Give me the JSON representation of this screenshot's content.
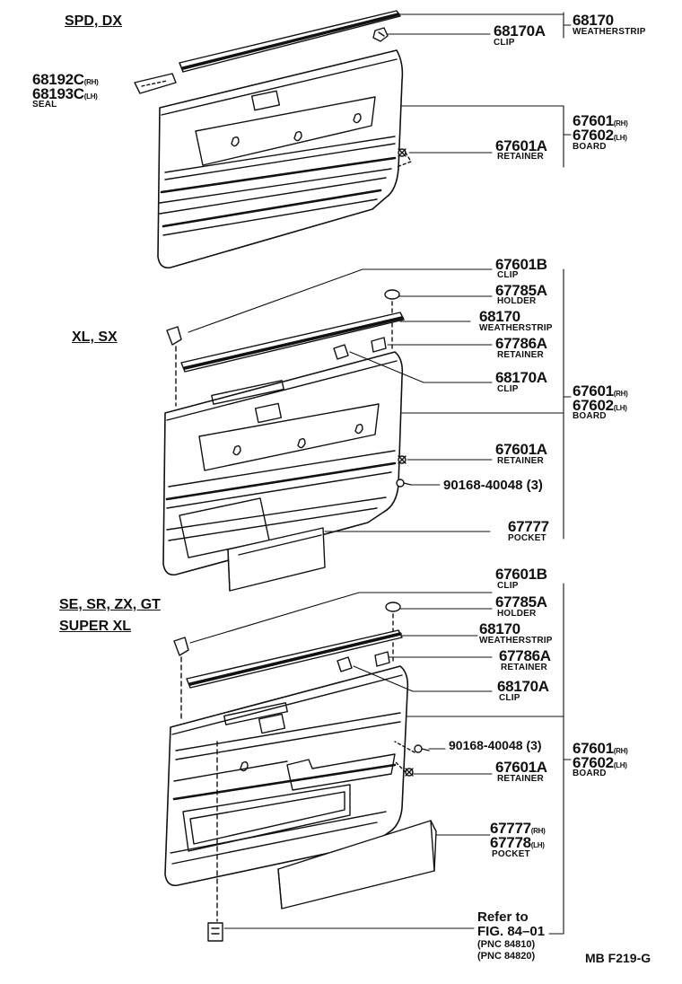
{
  "groups": [
    {
      "header": "SPD, DX",
      "parts": [
        {
          "number": "68170A",
          "name": "CLIP"
        },
        {
          "number": "68170",
          "name": "WEATHERSTRIP"
        },
        {
          "number": "68192C",
          "side": "(RH)",
          "number2": "68193C",
          "side2": "(LH)",
          "name": "SEAL"
        },
        {
          "number": "67601A",
          "name": "RETAINER"
        },
        {
          "number": "67601",
          "side": "(RH)",
          "number2": "67602",
          "side2": "(LH)",
          "name": "BOARD"
        }
      ]
    },
    {
      "header": "XL, SX",
      "parts": [
        {
          "number": "67601B",
          "name": "CLIP"
        },
        {
          "number": "67785A",
          "name": "HOLDER"
        },
        {
          "number": "68170",
          "name": "WEATHERSTRIP"
        },
        {
          "number": "67786A",
          "name": "RETAINER"
        },
        {
          "number": "68170A",
          "name": "CLIP"
        },
        {
          "number": "67601",
          "side": "(RH)",
          "number2": "67602",
          "side2": "(LH)",
          "name": "BOARD"
        },
        {
          "number": "67601A",
          "name": "RETAINER"
        },
        {
          "number": "90168-40048 (3)"
        },
        {
          "number": "67777",
          "name": "POCKET"
        }
      ]
    },
    {
      "header": "SE, SR, ZX, GT",
      "header2": "SUPER XL",
      "parts": [
        {
          "number": "67601B",
          "name": "CLIP"
        },
        {
          "number": "67785A",
          "name": "HOLDER"
        },
        {
          "number": "68170",
          "name": "WEATHERSTRIP"
        },
        {
          "number": "67786A",
          "name": "RETAINER"
        },
        {
          "number": "68170A",
          "name": "CLIP"
        },
        {
          "number": "90168-40048 (3)"
        },
        {
          "number": "67601",
          "side": "(RH)",
          "number2": "67602",
          "side2": "(LH)",
          "name": "BOARD"
        },
        {
          "number": "67601A",
          "name": "RETAINER"
        },
        {
          "number": "67777",
          "side": "(RH)",
          "number2": "67778",
          "side2": "(LH)",
          "name": "POCKET"
        }
      ]
    }
  ],
  "reference": {
    "line1": "Refer to",
    "line2": "FIG. 84–01",
    "pnc1": "(PNC 84810)",
    "pnc2": "(PNC 84820)"
  },
  "figure_code": "MB F219-G"
}
